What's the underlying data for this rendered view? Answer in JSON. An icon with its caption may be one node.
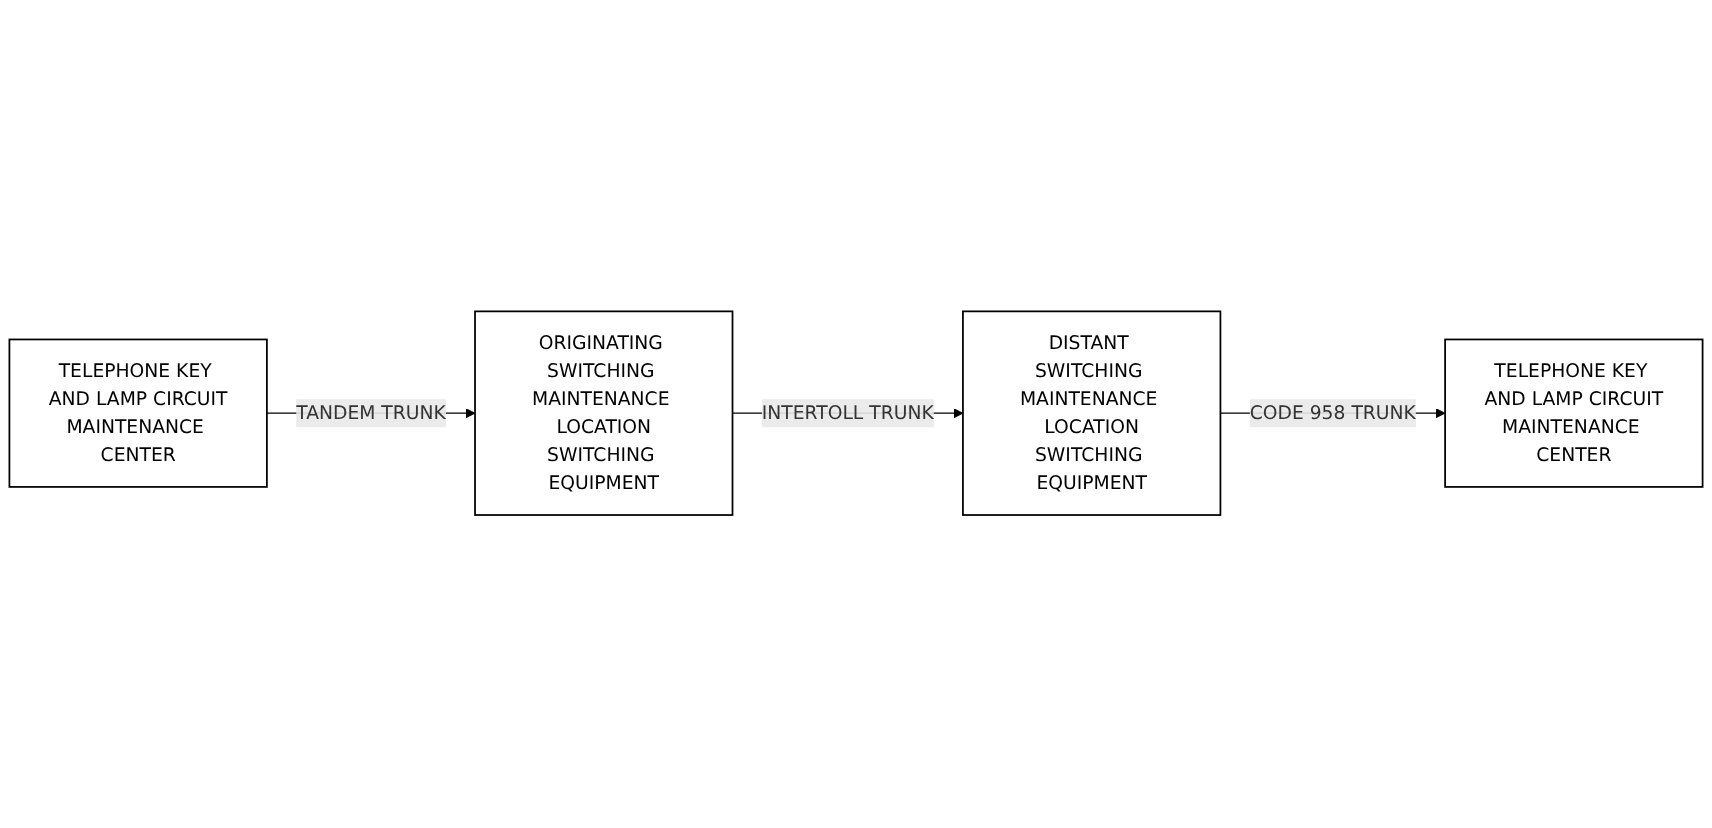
{
  "diagram": {
    "nodes": [
      {
        "text": [
          "ORIGINATING SWITCHING MAINTENANCE LOCATION",
          "SWITCHING EQUIPMENT"
        ]
      },
      {
        "text": [
          "TELEPHONE KEY AND LAMP CIRCUIT",
          "MAINTENANCE CENTER"
        ]
      },
      {
        "text": [
          "DISTANT SWITCHING MAINTENANCE LOCATION",
          "SWITCHING EQUIPMENT"
        ]
      },
      {
        "text": [
          "TELEPHONE KEY AND LAMP CIRCUIT",
          "MAINTENANCE CENTER"
        ]
      }
    ],
    "edges": [
      {
        "from": 1,
        "to": 0,
        "arrow": "to",
        "label": "TANDEM TRUNK"
      },
      {
        "from": 0,
        "to": 2,
        "arrow": "to",
        "label": "INTERTOLL TRUNK"
      },
      {
        "from": 2,
        "to": 3,
        "arrow": "to",
        "label": "CODE 958 TRUNK"
      }
    ]
  }
}
